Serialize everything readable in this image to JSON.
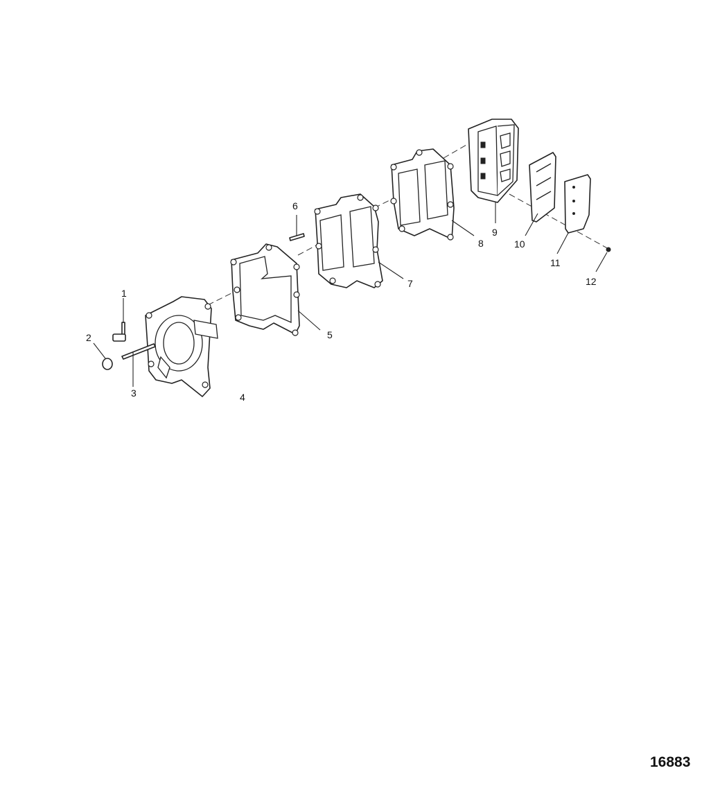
{
  "callouts": [
    "1",
    "2",
    "3",
    "4",
    "5",
    "6",
    "7",
    "8",
    "9",
    "10",
    "11",
    "12"
  ],
  "figure_id": "16883",
  "colors": {
    "line": "#222222",
    "background": "#ffffff"
  }
}
